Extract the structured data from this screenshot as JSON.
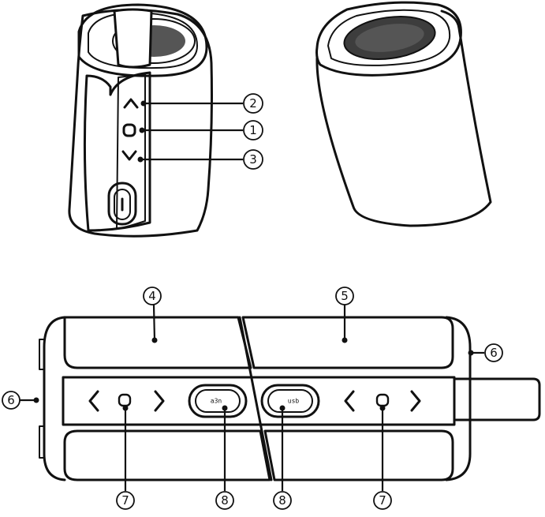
{
  "callouts": {
    "c1": "1",
    "c2": "2",
    "c3": "3",
    "c4": "4",
    "c5": "5",
    "c6": "6",
    "c7": "7",
    "c8": "8"
  },
  "ports": {
    "left": "a3n",
    "right": "usb"
  },
  "icons": {
    "volume_up": "chevron-up-icon",
    "power": "power-button-icon",
    "volume_down": "chevron-down-icon",
    "prev": "chevron-left-icon",
    "next": "chevron-right-icon",
    "strap": "strap-icon"
  }
}
